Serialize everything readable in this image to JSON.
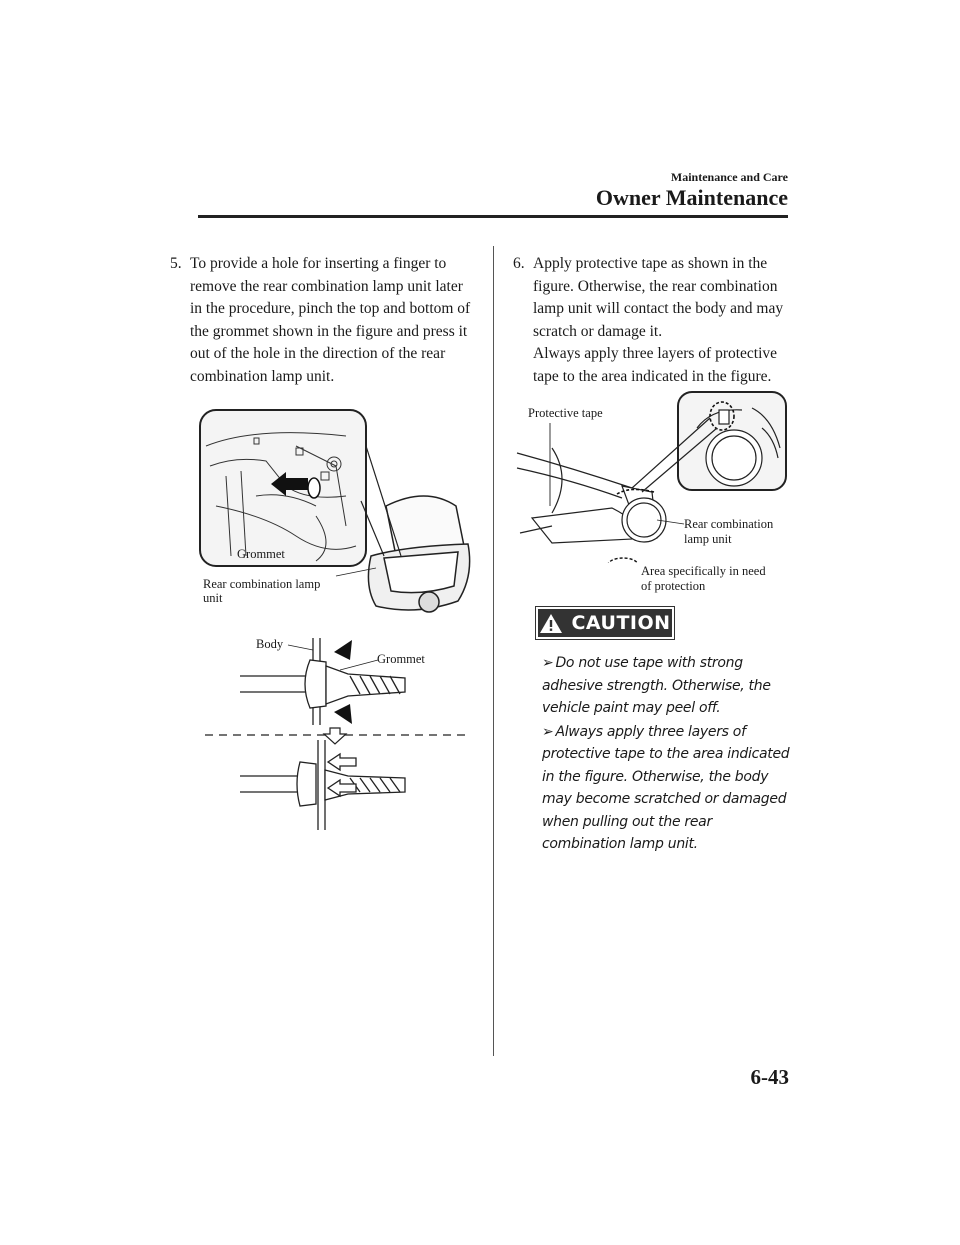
{
  "header": {
    "section": "Maintenance and Care",
    "title": "Owner Maintenance"
  },
  "step5": {
    "number": "5.",
    "text": "To provide a hole for inserting a finger to remove the rear combination lamp unit later in the procedure, pinch the top and bottom of the grommet shown in the figure and press it out of the hole in the direction of the rear combination lamp unit."
  },
  "figure1": {
    "grommet_label": "Grommet",
    "lamp_label_line1": "Rear combination lamp",
    "lamp_label_line2": "unit"
  },
  "figure2": {
    "body_label": "Body",
    "grommet_label": "Grommet"
  },
  "step6": {
    "number": "6.",
    "text": "Apply protective tape as shown in the figure. Otherwise, the rear combination lamp unit will contact the body and may scratch or damage it.",
    "text2": "Always apply three layers of protective tape to the area indicated in the figure."
  },
  "figure3": {
    "tape_label": "Protective tape",
    "lamp_label_line1": "Rear combination",
    "lamp_label_line2": "lamp unit",
    "area_label_line1": "Area specifically in need",
    "area_label_line2": "of protection"
  },
  "caution": {
    "label": "CAUTION",
    "items": [
      "Do not use tape with strong adhesive strength. Otherwise, the vehicle paint may peel off.",
      "Always apply three layers of protective tape to the area indicated in the figure. Otherwise, the body may become scratched or damaged when pulling out the rear combination lamp unit."
    ]
  },
  "page_number": "6-43"
}
